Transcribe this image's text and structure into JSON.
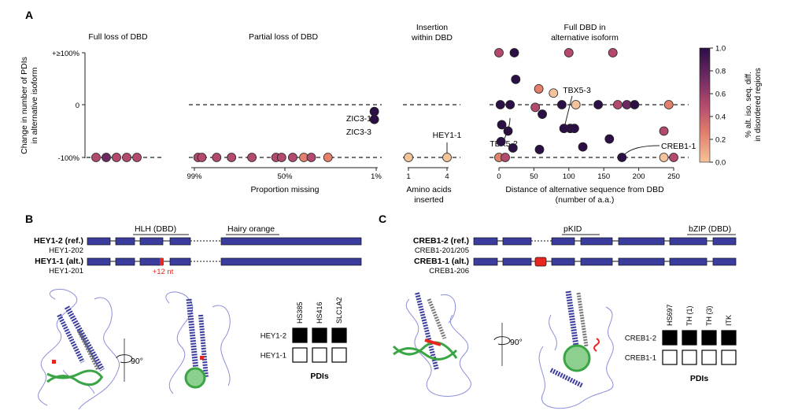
{
  "panel_a": {
    "letter": "A",
    "ylabel_line1": "Change in number of PDIs",
    "ylabel_line2": "in alternative isoform",
    "yticks": [
      "+≥100%",
      "0",
      "-100%"
    ],
    "sub1": {
      "title": "Full loss of DBD"
    },
    "sub2": {
      "title": "Partial loss of DBD",
      "xticks": [
        "99%",
        "50%",
        "1%"
      ],
      "xlabel": "Proportion missing"
    },
    "sub3": {
      "title_line1": "Insertion",
      "title_line2": "within DBD",
      "xticks": [
        "1",
        "4"
      ],
      "xlabel_line1": "Amino acids",
      "xlabel_line2": "inserted"
    },
    "sub4": {
      "title_line1": "Full DBD in",
      "title_line2": "alternative isoform",
      "xticks": [
        "0",
        "50",
        "100",
        "150",
        "200",
        "250"
      ],
      "xlabel_line1": "Distance of alternative sequence from DBD",
      "xlabel_line2": "(number of a.a.)"
    },
    "annotations": [
      "ZIC3-1",
      "ZIC3-3",
      "HEY1-1",
      "TBX5-3",
      "TBX5-2",
      "CREB1-1"
    ],
    "colorbar": {
      "ticks": [
        "1.0",
        "0.8",
        "0.6",
        "0.4",
        "0.2",
        "0.0"
      ],
      "label_line1": "% alt. iso. seq. diff.",
      "label_line2": "in disordered regions",
      "colors": [
        "#2b0f45",
        "#6d2a62",
        "#b34a6e",
        "#e3806c",
        "#f5c39a"
      ]
    }
  },
  "chart_data": [
    {
      "type": "scatter",
      "title": "Full loss of DBD",
      "ylabel": "Change in number of PDIs in alternative isoform",
      "x": [
        1,
        2,
        3,
        4,
        5
      ],
      "y": [
        -100,
        -100,
        -100,
        -100,
        -100
      ],
      "color_value": [
        0.6,
        0.7,
        0.55,
        0.6,
        0.5
      ]
    },
    {
      "type": "scatter",
      "title": "Partial loss of DBD",
      "xlabel": "Proportion missing",
      "xlim": [
        99,
        1
      ],
      "x": [
        97,
        95,
        87,
        79,
        68,
        55,
        52,
        46,
        40,
        36,
        27,
        2,
        2
      ],
      "y": [
        -100,
        -100,
        -100,
        -100,
        -100,
        -100,
        -100,
        -100,
        -100,
        -100,
        -100,
        -13,
        -28
      ],
      "labels": [
        "",
        "",
        "",
        "",
        "",
        "",
        "",
        "",
        "",
        "",
        "",
        "ZIC3-1",
        "ZIC3-3"
      ]
    },
    {
      "type": "scatter",
      "title": "Insertion within DBD",
      "xlabel": "Amino acids inserted",
      "x": [
        1,
        4
      ],
      "y": [
        -100,
        -100
      ],
      "labels": [
        "",
        "HEY1-1"
      ]
    },
    {
      "type": "scatter",
      "title": "Full DBD in alternative isoform",
      "xlabel": "Distance of alternative sequence from DBD (number of a.a.)",
      "xlim": [
        0,
        260
      ],
      "x": [
        0,
        22,
        163,
        100,
        24,
        57,
        78,
        2,
        16,
        52,
        90,
        110,
        142,
        170,
        183,
        194,
        243,
        93,
        102,
        108,
        62,
        4,
        158,
        236,
        13,
        3,
        20,
        58,
        120,
        176,
        236,
        0,
        9,
        250
      ],
      "y": [
        100,
        100,
        100,
        100,
        48,
        30,
        22,
        0,
        0,
        -5,
        0,
        0,
        0,
        0,
        0,
        0,
        0,
        -45,
        -45,
        -45,
        -18,
        -38,
        -65,
        -50,
        -50,
        -70,
        -82,
        -85,
        -80,
        -100,
        -100,
        -100,
        -100,
        -100
      ],
      "labels": [
        "",
        "",
        "",
        "",
        "",
        "",
        "",
        "",
        "",
        "",
        "",
        "",
        "",
        "",
        "",
        "",
        "",
        "",
        "TBX5-3",
        "",
        "",
        "TBX5-2",
        "",
        "",
        "",
        "",
        "",
        "",
        "",
        "CREB1-1",
        "",
        "",
        "",
        ""
      ]
    }
  ],
  "panel_b": {
    "letter": "B",
    "domain_hlh": "HLH (DBD)",
    "domain_hairy": "Hairy orange",
    "ref_name": "HEY1-2 (ref.)",
    "ref_sub": "HEY1-202",
    "alt_name": "HEY1-1 (alt.)",
    "alt_sub": "HEY1-201",
    "insert_label": "+12 nt",
    "rotate_label": "90°",
    "grid_cols": [
      "HS385",
      "HS416",
      "SLC1A2"
    ],
    "grid_rows": [
      "HEY1-2",
      "HEY1-1"
    ],
    "grid_xlabel": "PDIs"
  },
  "panel_c": {
    "letter": "C",
    "domain_pkid": "pKID",
    "domain_bzip": "bZIP (DBD)",
    "ref_name": "CREB1-2 (ref.)",
    "ref_sub": "CREB1-201/205",
    "alt_name": "CREB1-1 (alt.)",
    "alt_sub": "CREB1-206",
    "rotate_label": "90°",
    "grid_cols": [
      "HS697",
      "TH (1)",
      "TH (3)",
      "ITK"
    ],
    "grid_rows": [
      "CREB1-2",
      "CREB1-1"
    ],
    "grid_xlabel": "PDIs"
  },
  "colors": {
    "exon": "#3b3d9e",
    "insert": "#e8261e",
    "dna": "#3aa544",
    "struct_alt": "#888888"
  }
}
